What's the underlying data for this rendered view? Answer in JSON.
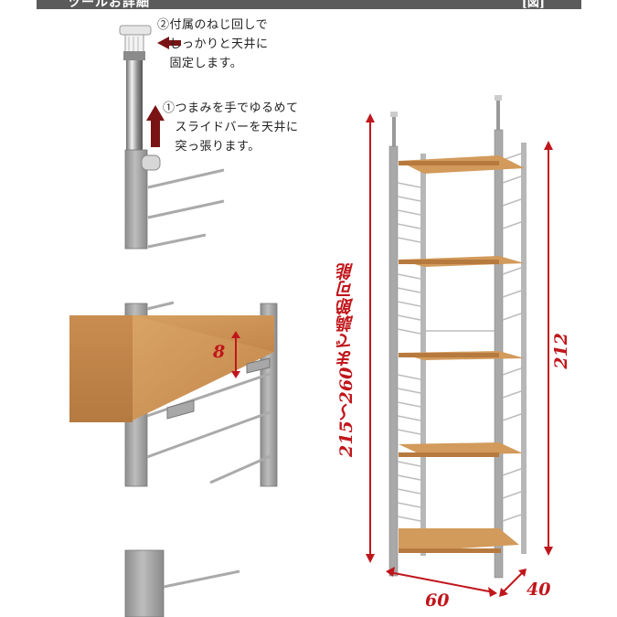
{
  "header": {
    "title": "ツールお詳細",
    "right_label": "[図]"
  },
  "notes": {
    "step2": "②付属のねじ回しで\n　しっかりと天井に\n　固定します。",
    "step1": "①つまみを手でゆるめて\n　スライドバーを天井に\n　突っ張ります。"
  },
  "dimensions": {
    "shelf_gap": "8",
    "adjustable_range": "215～260まで調節可能",
    "height": "212",
    "width": "60",
    "depth": "40"
  },
  "colors": {
    "dimension_red": "#c0161b",
    "wood": "#c98e4f",
    "metal": "#9c9c9c"
  }
}
